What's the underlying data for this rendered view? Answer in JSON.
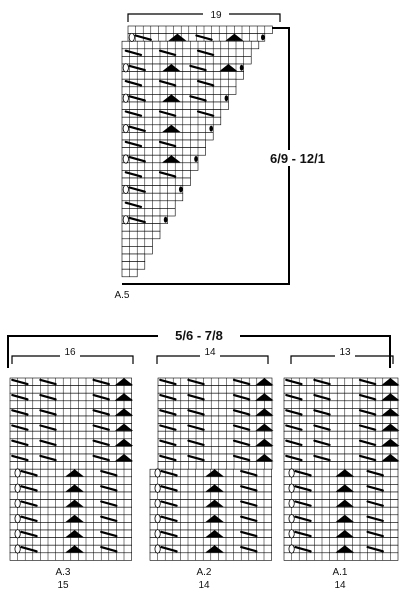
{
  "top_chart": {
    "name": "A.5",
    "width_label": "19",
    "height_label": "6/9 - 12/1"
  },
  "bottom_section": {
    "sizes_label": "5/6 - 7/8",
    "charts": [
      {
        "name": "A.3",
        "width_label": "16",
        "height_label": "15"
      },
      {
        "name": "A.2",
        "width_label": "14",
        "height_label": "14"
      },
      {
        "name": "A.1",
        "width_label": "13",
        "height_label": "14"
      }
    ]
  },
  "symbols": {
    "cable": "cable-stitch-symbol",
    "decrease": "triangle-decrease-symbol",
    "yarn_over": "yarn-over-symbol"
  }
}
